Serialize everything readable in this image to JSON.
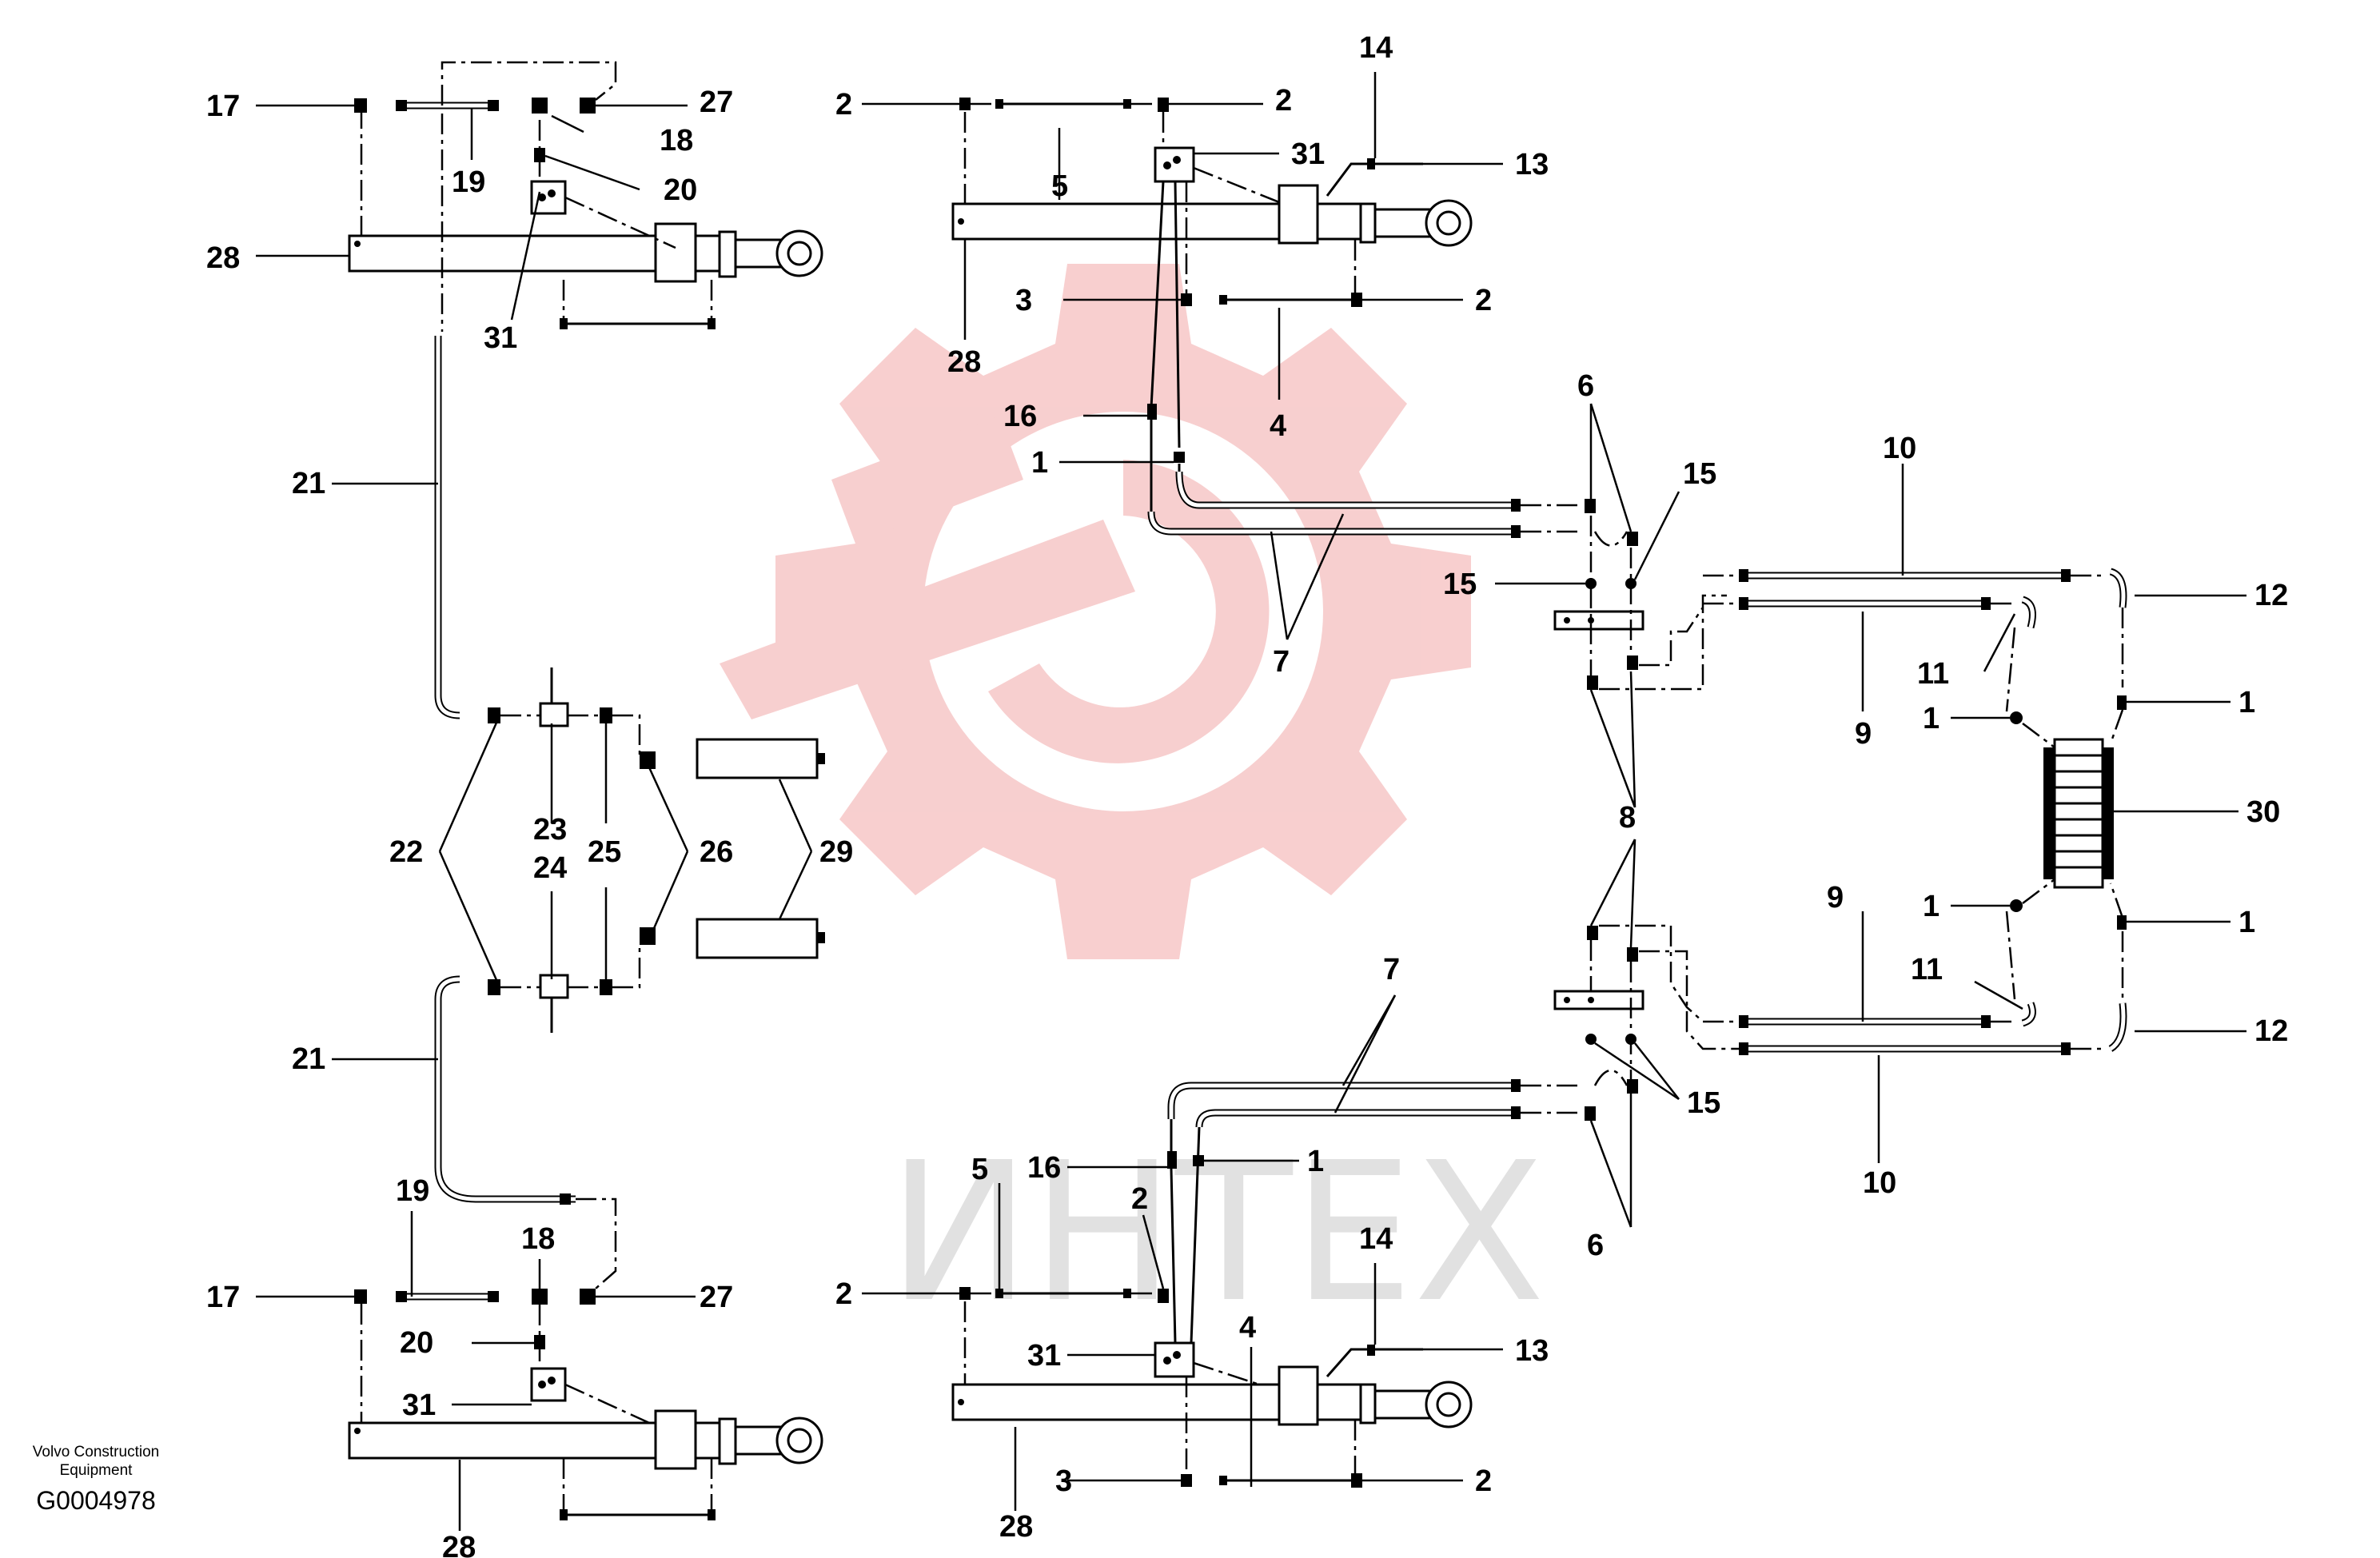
{
  "watermark": {
    "text": "ИНТЕХ",
    "color": "#f0a0a0",
    "icon": "gear-wrench-logo"
  },
  "caption": {
    "publisher_line1": "Volvo Construction",
    "publisher_line2": "Equipment",
    "document_id": "G0004978"
  },
  "callouts": {
    "c1": "1",
    "c2": "2",
    "c3": "3",
    "c4": "4",
    "c5": "5",
    "c6": "6",
    "c7": "7",
    "c8": "8",
    "c9": "9",
    "c10": "10",
    "c11": "11",
    "c12": "12",
    "c13": "13",
    "c14": "14",
    "c15": "15",
    "c16": "16",
    "c17": "17",
    "c18": "18",
    "c19": "19",
    "c20": "20",
    "c21": "21",
    "c22": "22",
    "c23": "23",
    "c24": "24",
    "c25": "25",
    "c26": "26",
    "c27": "27",
    "c28": "28",
    "c29": "29",
    "c30": "30",
    "c31": "31"
  }
}
